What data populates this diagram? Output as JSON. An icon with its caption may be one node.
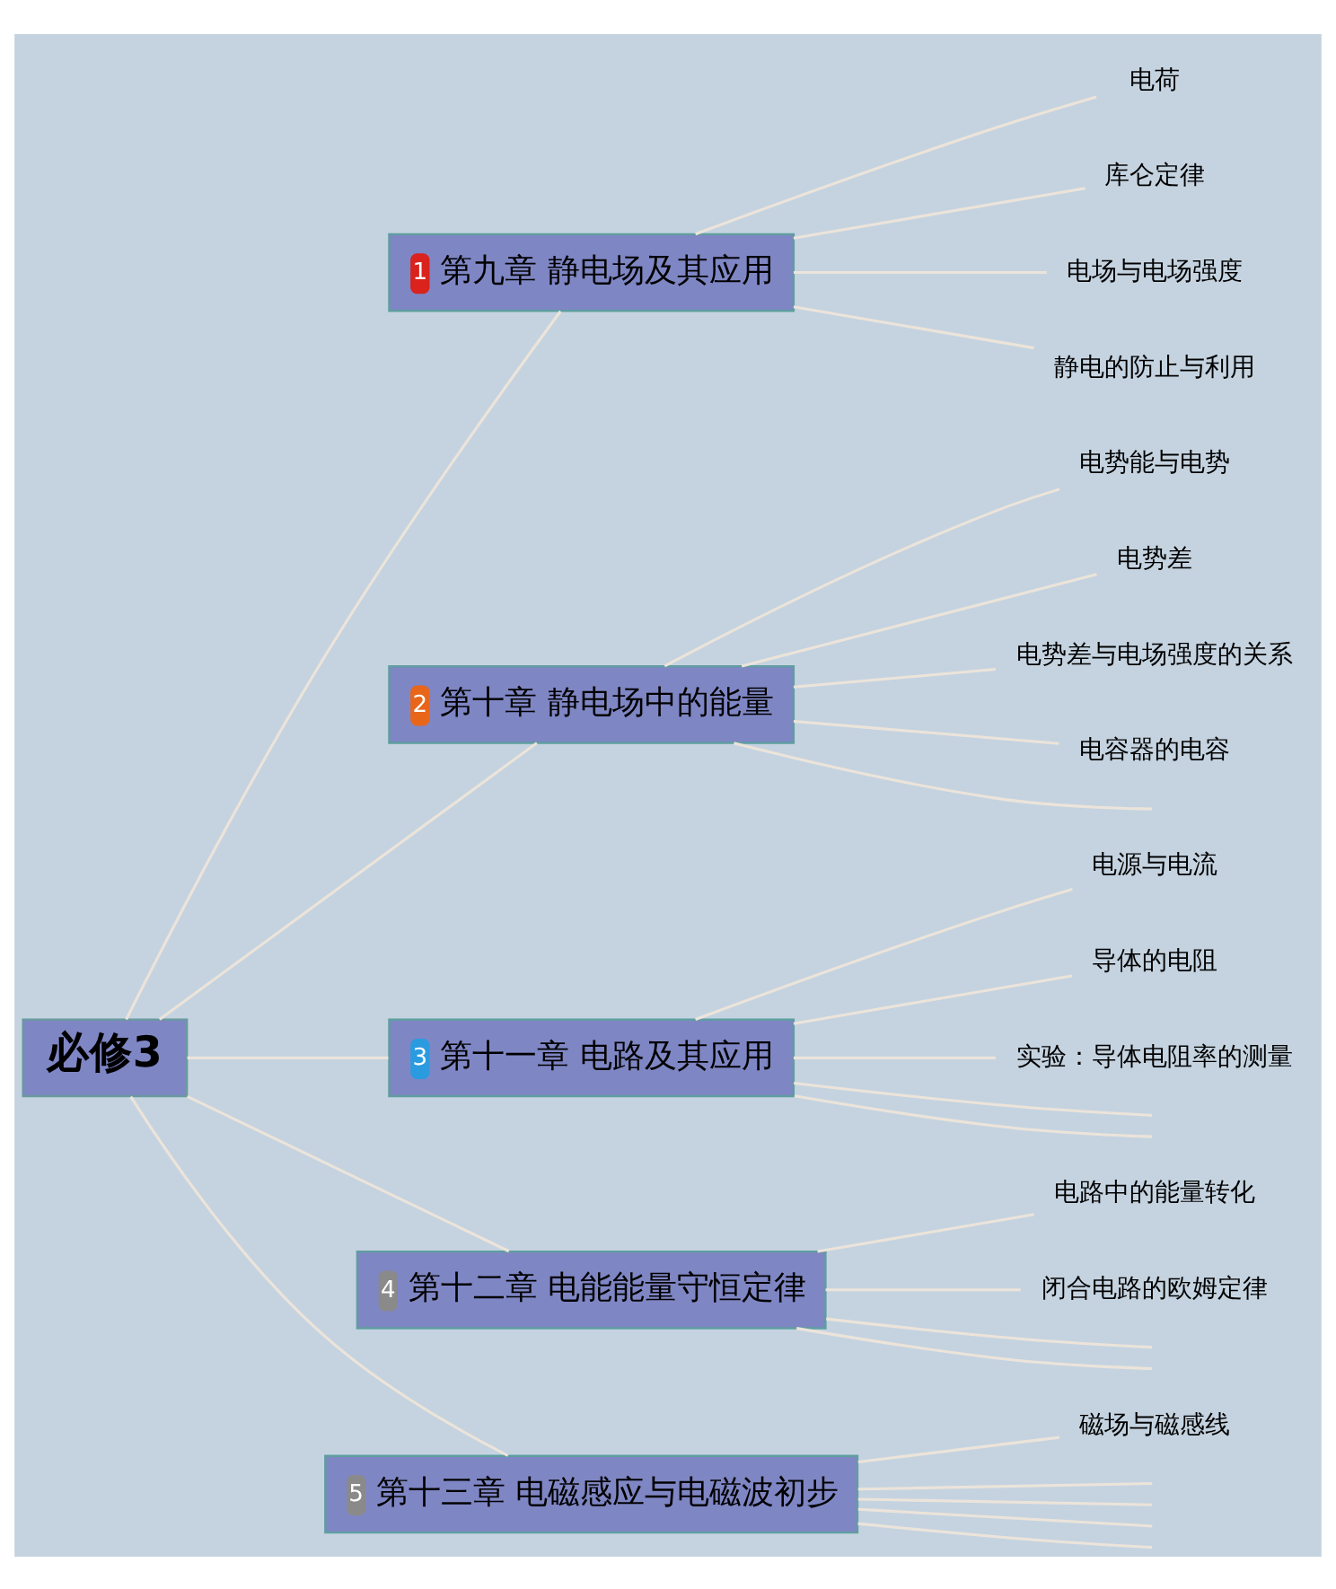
{
  "diagram": {
    "nodes": [
      {
        "text": [
          "必修3"
        ]
      },
      {
        "text": [
          "1",
          "第九章 静电场及其应用"
        ]
      },
      {
        "text": [
          "电荷"
        ]
      },
      {
        "text": [
          "库仑定律"
        ]
      },
      {
        "text": [
          "电场与电场强度"
        ]
      },
      {
        "text": [
          "静电的防止与利用"
        ]
      },
      {
        "text": [
          "2",
          "第十章 静电场中的能量"
        ]
      },
      {
        "text": [
          "电势能与电势"
        ]
      },
      {
        "text": [
          "电势差"
        ]
      },
      {
        "text": [
          "电势差与电场强度的关系"
        ]
      },
      {
        "text": [
          "电容器的电容"
        ]
      },
      {
        "text": [
          "3",
          "第十一章 电路及其应用"
        ]
      },
      {
        "text": [
          "电源与电流"
        ]
      },
      {
        "text": [
          "导体的电阻"
        ]
      },
      {
        "text": [
          "实验：导体电阻率的测量"
        ]
      },
      {
        "text": [
          "4",
          "第十二章 电能能量守恒定律"
        ]
      },
      {
        "text": [
          "电路中的能量转化"
        ]
      },
      {
        "text": [
          "闭合电路的欧姆定律"
        ]
      },
      {
        "text": [
          "5",
          "第十三章 电磁感应与电磁波初步"
        ]
      },
      {
        "text": [
          "磁场与磁感线"
        ]
      }
    ],
    "edges": [
      {
        "from": 0,
        "to": 1,
        "arrow": "none"
      },
      {
        "from": 1,
        "to": 2,
        "arrow": "none"
      },
      {
        "from": 1,
        "to": 3,
        "arrow": "none"
      },
      {
        "from": 1,
        "to": 4,
        "arrow": "none"
      },
      {
        "from": 1,
        "to": 5,
        "arrow": "none"
      },
      {
        "from": 0,
        "to": 6,
        "arrow": "none"
      },
      {
        "from": 6,
        "to": 7,
        "arrow": "none"
      },
      {
        "from": 6,
        "to": 8,
        "arrow": "none"
      },
      {
        "from": 6,
        "to": 9,
        "arrow": "none"
      },
      {
        "from": 6,
        "to": 10,
        "arrow": "none"
      },
      {
        "from": 6,
        "to": null,
        "arrow": "none"
      },
      {
        "from": 0,
        "to": 11,
        "arrow": "none"
      },
      {
        "from": 11,
        "to": 12,
        "arrow": "none"
      },
      {
        "from": 11,
        "to": 13,
        "arrow": "none"
      },
      {
        "from": 11,
        "to": 14,
        "arrow": "none"
      },
      {
        "from": 11,
        "to": null,
        "arrow": "none"
      },
      {
        "from": 11,
        "to": null,
        "arrow": "none"
      },
      {
        "from": 0,
        "to": 15,
        "arrow": "none"
      },
      {
        "from": 15,
        "to": 16,
        "arrow": "none"
      },
      {
        "from": 15,
        "to": 17,
        "arrow": "none"
      },
      {
        "from": 15,
        "to": null,
        "arrow": "none"
      },
      {
        "from": 15,
        "to": null,
        "arrow": "none"
      },
      {
        "from": 0,
        "to": 18,
        "arrow": "none"
      },
      {
        "from": 18,
        "to": 19,
        "arrow": "none"
      },
      {
        "from": 18,
        "to": null,
        "arrow": "none"
      },
      {
        "from": 18,
        "to": null,
        "arrow": "none"
      },
      {
        "from": 18,
        "to": null,
        "arrow": "none"
      },
      {
        "from": 18,
        "to": null,
        "arrow": "none"
      }
    ]
  }
}
